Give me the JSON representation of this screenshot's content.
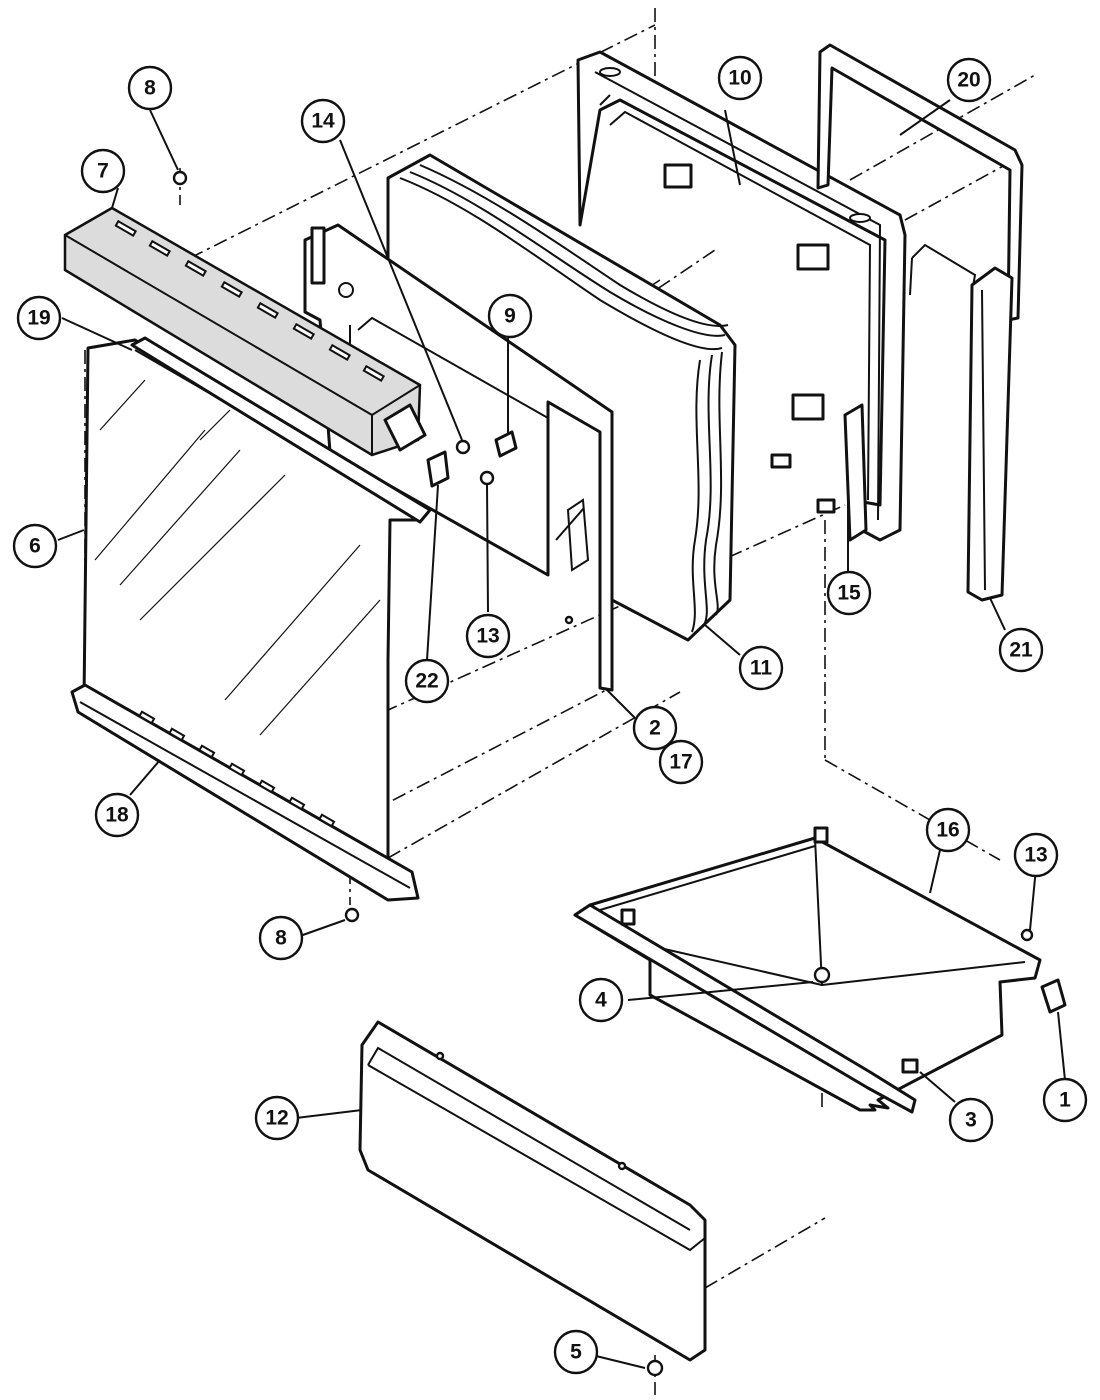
{
  "diagram": {
    "callouts": [
      {
        "id": "c-8a",
        "label": "8"
      },
      {
        "id": "c-7",
        "label": "7"
      },
      {
        "id": "c-19",
        "label": "19"
      },
      {
        "id": "c-6",
        "label": "6"
      },
      {
        "id": "c-14",
        "label": "14"
      },
      {
        "id": "c-9",
        "label": "9"
      },
      {
        "id": "c-13a",
        "label": "13"
      },
      {
        "id": "c-22",
        "label": "22"
      },
      {
        "id": "c-10",
        "label": "10"
      },
      {
        "id": "c-20",
        "label": "20"
      },
      {
        "id": "c-11",
        "label": "11"
      },
      {
        "id": "c-15",
        "label": "15"
      },
      {
        "id": "c-21",
        "label": "21"
      },
      {
        "id": "c-2",
        "label": "2"
      },
      {
        "id": "c-17",
        "label": "17"
      },
      {
        "id": "c-18",
        "label": "18"
      },
      {
        "id": "c-8b",
        "label": "8"
      },
      {
        "id": "c-16",
        "label": "16"
      },
      {
        "id": "c-13b",
        "label": "13"
      },
      {
        "id": "c-4",
        "label": "4"
      },
      {
        "id": "c-1",
        "label": "1"
      },
      {
        "id": "c-3",
        "label": "3"
      },
      {
        "id": "c-12",
        "label": "12"
      },
      {
        "id": "c-5",
        "label": "5"
      }
    ]
  }
}
